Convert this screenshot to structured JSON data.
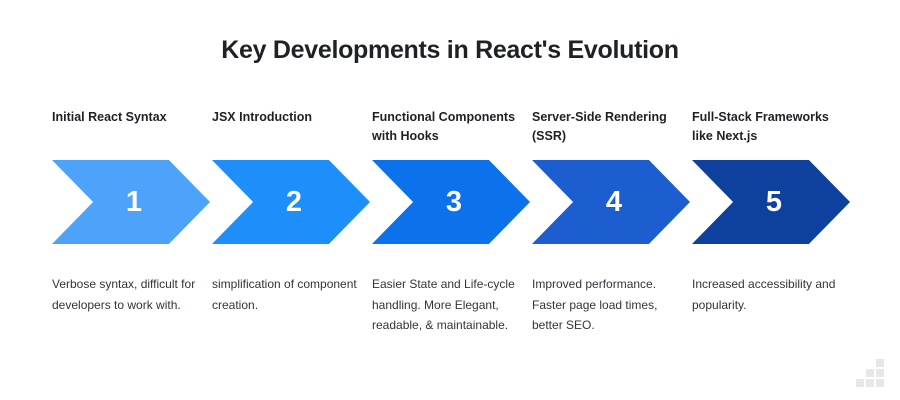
{
  "title": "Key Developments in React's Evolution",
  "colors": {
    "title_text": "#1e2126",
    "heading_text": "#1e2126",
    "body_text": "#31353b",
    "background": "#ffffff",
    "watermark": "#e6e7e9"
  },
  "chart_data": {
    "type": "bar",
    "title": "Key Developments in React's Evolution",
    "xlabel": "",
    "ylabel": "",
    "categories": [
      "Initial React Syntax",
      "JSX Introduction",
      "Functional Components with Hooks",
      "Server-Side Rendering (SSR)",
      "Full-Stack Frameworks like Next.js"
    ],
    "values": [
      1,
      2,
      3,
      4,
      5
    ],
    "legend": [],
    "grid": false
  },
  "steps": [
    {
      "number": "1",
      "heading": "Initial React Syntax",
      "description": "Verbose syntax, difficult for developers to work with.",
      "color": "#4da3fa"
    },
    {
      "number": "2",
      "heading": "JSX Introduction",
      "description": "simplification of component creation.",
      "color": "#1e8ffa"
    },
    {
      "number": "3",
      "heading": "Functional Components with Hooks",
      "description": "Easier State and Life-cycle handling. More Elegant, readable, & maintainable.",
      "color": "#0b72ec"
    },
    {
      "number": "4",
      "heading": "Server-Side Rendering (SSR)",
      "description": "Improved performance. Faster page load times, better SEO.",
      "color": "#1c5ed0"
    },
    {
      "number": "5",
      "heading": "Full-Stack Frameworks like Next.js",
      "description": "Increased accessibility and popularity.",
      "color": "#0e409e"
    }
  ],
  "watermark": {
    "icon": "bar-chart-staircase-icon"
  }
}
